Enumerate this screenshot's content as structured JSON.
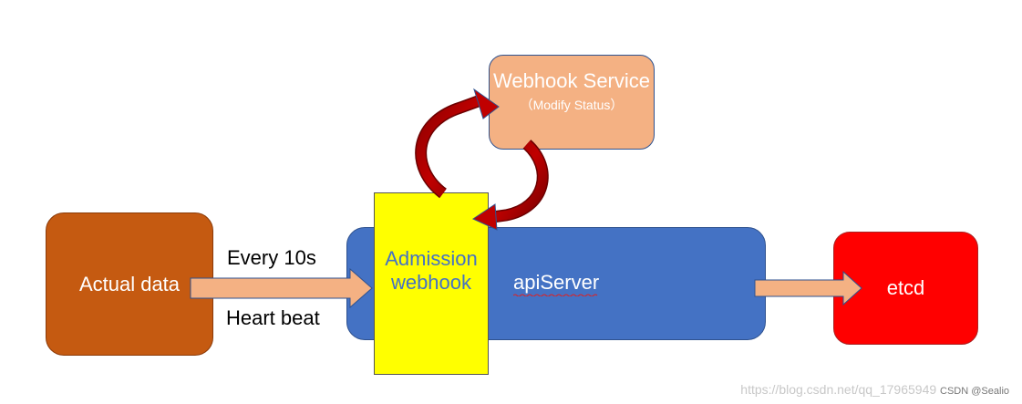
{
  "nodes": {
    "actual_data": "Actual data",
    "admission_webhook": "Admission webhook",
    "api_server": "apiServer",
    "webhook_service_title": "Webhook Service",
    "webhook_service_subtitle": "（Modify Status）",
    "etcd": "etcd"
  },
  "edge_labels": {
    "every": "Every 10s",
    "heartbeat": "Heart beat"
  },
  "watermark": {
    "url": "https://blog.csdn.net/qq_17965949",
    "author": "CSDN @Sealio"
  },
  "colors": {
    "actual_data": "#c55a11",
    "api_server": "#4472c4",
    "admission_webhook": "#ffff00",
    "webhook_service": "#f4b183",
    "etcd": "#ff0000",
    "arrow": "#f4b183",
    "curved_arrow": "#c00000"
  }
}
